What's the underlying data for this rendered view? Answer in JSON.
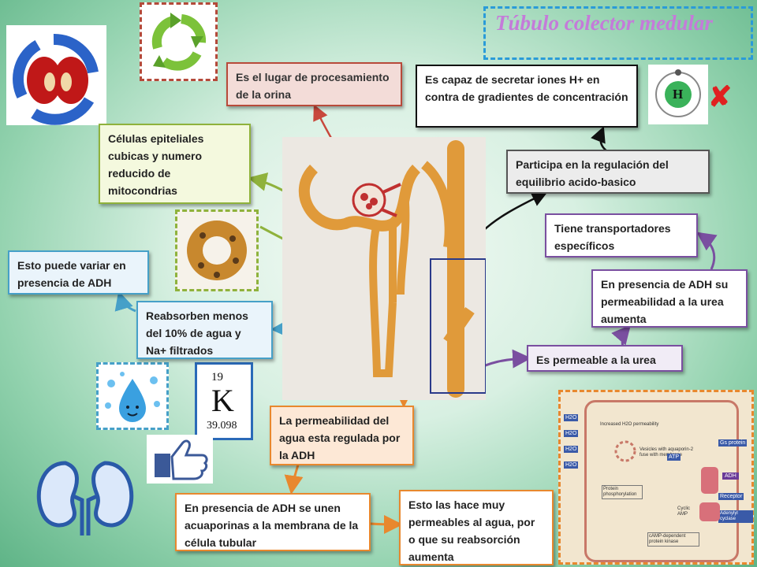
{
  "title": "Túbulo colector medular",
  "boxes": {
    "lugar": "Es el lugar de procesamiento de la orina",
    "secretar": "Es capaz de secretar iones H+ en contra de gradientes de concentración",
    "celulas": "Células epiteliales cubicas y numero reducido de mitocondrias",
    "participa": "Participa en la regulación del equilibrio acido-basico",
    "transportadores": "Tiene transportadores específicos",
    "adh_var": "Esto puede variar en presencia de ADH",
    "adh_urea": "En presencia de ADH su permeabilidad a la urea aumenta",
    "reabsorben": "Reabsorben menos del 10% de agua y Na+ filtrados",
    "urea": "Es permeable a la urea",
    "permeabilidad": "La permeabilidad del agua esta regulada por la ADH",
    "acuaporinas": "En presencia de ADH se unen acuaporinas a la membrana de la célula tubular",
    "permeables": "Esto las hace muy permeables al agua, por o que su reabsorción aumenta"
  },
  "element": {
    "number": "19",
    "symbol": "K",
    "mass": "39.098"
  },
  "atom_symbol": "H",
  "cell_figure": {
    "h2o": [
      "H2O",
      "H2O",
      "H2O",
      "H2O"
    ],
    "increased": "Increased H2O permeability",
    "vesicles": "Vesicles with aquaporin-2 fuse with membrane",
    "gs": "Gs protein",
    "atp": "ATP",
    "adh": "ADH",
    "receptor": "Receptor",
    "adenylyl": "Adenylyl cyclase",
    "protein_phos": "Protein phosphorylation",
    "camp": "Cyclic AMP",
    "kinase": "cAMP-dependent protein kinase"
  },
  "colors": {
    "red": "#c8483c",
    "green": "#8fb23c",
    "blue": "#46a0c8",
    "dark": "#222222",
    "purple": "#7a4fa0",
    "orange": "#e8882e"
  }
}
